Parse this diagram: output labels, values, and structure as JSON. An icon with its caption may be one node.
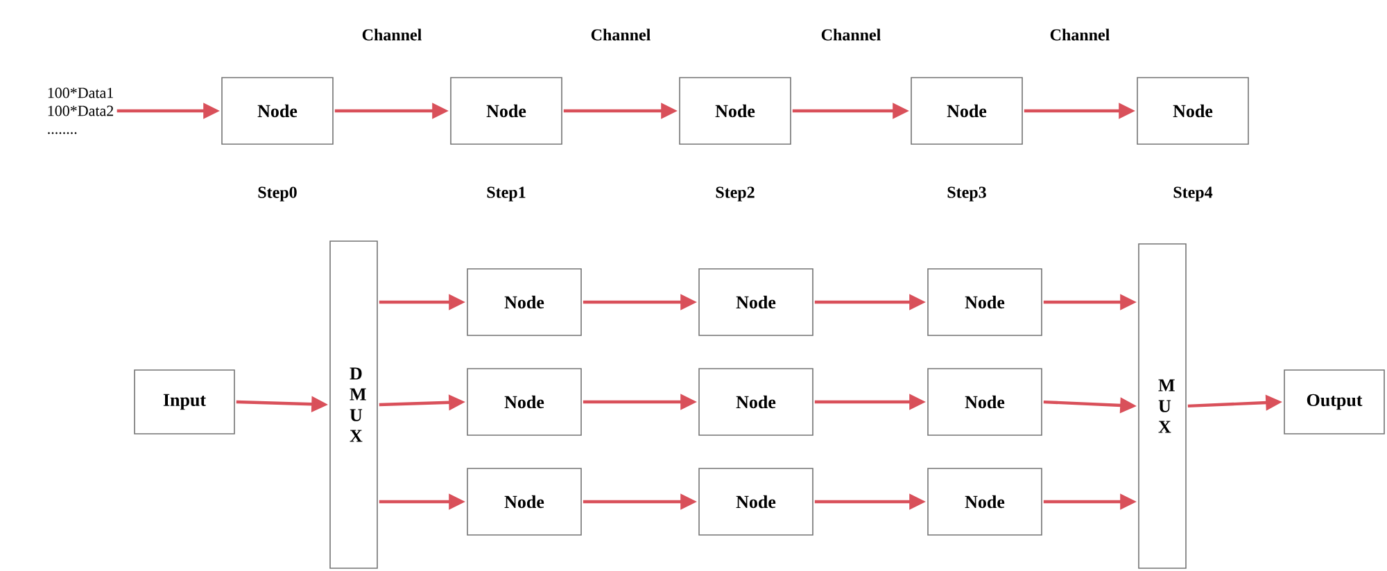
{
  "diagram": {
    "nodes": [
      {
        "text": [
          "100*Data1",
          "100*Data2",
          "........"
        ]
      },
      {
        "text": [
          "Node"
        ],
        "beside": [
          "Step0"
        ]
      },
      {
        "text": [
          "Node"
        ],
        "beside": [
          "Step1"
        ]
      },
      {
        "text": [
          "Node"
        ],
        "beside": [
          "Step2"
        ]
      },
      {
        "text": [
          "Node"
        ],
        "beside": [
          "Step3"
        ]
      },
      {
        "text": [
          "Node"
        ],
        "beside": [
          "Step4"
        ]
      },
      {
        "text": [
          "Input"
        ]
      },
      {
        "text": [
          "D M U X"
        ]
      },
      {
        "text": [
          "Node"
        ]
      },
      {
        "text": [
          "Node"
        ]
      },
      {
        "text": [
          "Node"
        ]
      },
      {
        "text": [
          "Node"
        ]
      },
      {
        "text": [
          "Node"
        ]
      },
      {
        "text": [
          "Node"
        ]
      },
      {
        "text": [
          "Node"
        ]
      },
      {
        "text": [
          "Node"
        ]
      },
      {
        "text": [
          "Node"
        ]
      },
      {
        "text": [
          "M U X"
        ]
      },
      {
        "text": [
          "Output"
        ]
      }
    ],
    "edges": [
      {
        "from": 0,
        "to": 1,
        "arrow": "to"
      },
      {
        "from": 1,
        "to": 2,
        "arrow": "to",
        "label": "Channel"
      },
      {
        "from": 2,
        "to": 3,
        "arrow": "to",
        "label": "Channel"
      },
      {
        "from": 3,
        "to": 4,
        "arrow": "to",
        "label": "Channel"
      },
      {
        "from": 4,
        "to": 5,
        "arrow": "to",
        "label": "Channel"
      },
      {
        "from": 6,
        "to": 7,
        "arrow": "to"
      },
      {
        "from": 7,
        "to": 8,
        "arrow": "to"
      },
      {
        "from": 7,
        "to": 11,
        "arrow": "to"
      },
      {
        "from": 7,
        "to": 14,
        "arrow": "to"
      },
      {
        "from": 8,
        "to": 9,
        "arrow": "to"
      },
      {
        "from": 9,
        "to": 10,
        "arrow": "to"
      },
      {
        "from": 11,
        "to": 12,
        "arrow": "to"
      },
      {
        "from": 12,
        "to": 13,
        "arrow": "to"
      },
      {
        "from": 14,
        "to": 15,
        "arrow": "to"
      },
      {
        "from": 15,
        "to": 16,
        "arrow": "to"
      },
      {
        "from": 10,
        "to": 17,
        "arrow": "to"
      },
      {
        "from": 13,
        "to": 17,
        "arrow": "to"
      },
      {
        "from": 16,
        "to": 17,
        "arrow": "to"
      },
      {
        "from": 17,
        "to": 18,
        "arrow": "to"
      }
    ]
  }
}
